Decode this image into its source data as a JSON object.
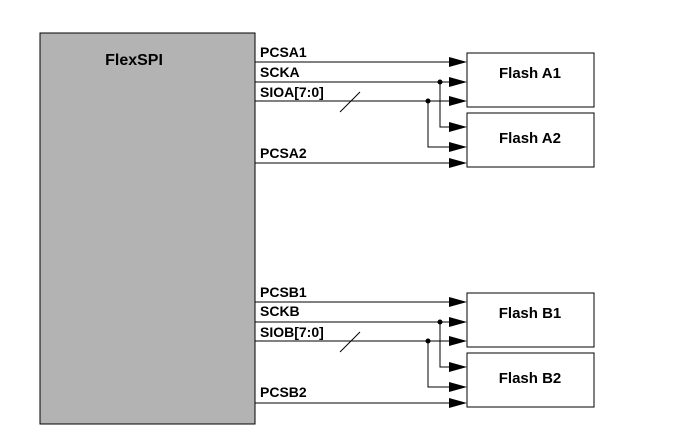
{
  "controller": {
    "label": "FlexSPI",
    "fill": "#b3b3b3"
  },
  "groups": [
    {
      "signals": {
        "cs1": "PCSA1",
        "clk": "SCKA",
        "data": "SIOA[7:0]",
        "cs2": "PCSA2"
      },
      "devices": [
        "Flash A1",
        "Flash A2"
      ]
    },
    {
      "signals": {
        "cs1": "PCSB1",
        "clk": "SCKB",
        "data": "SIOB[7:0]",
        "cs2": "PCSB2"
      },
      "devices": [
        "Flash B1",
        "Flash B2"
      ]
    }
  ]
}
